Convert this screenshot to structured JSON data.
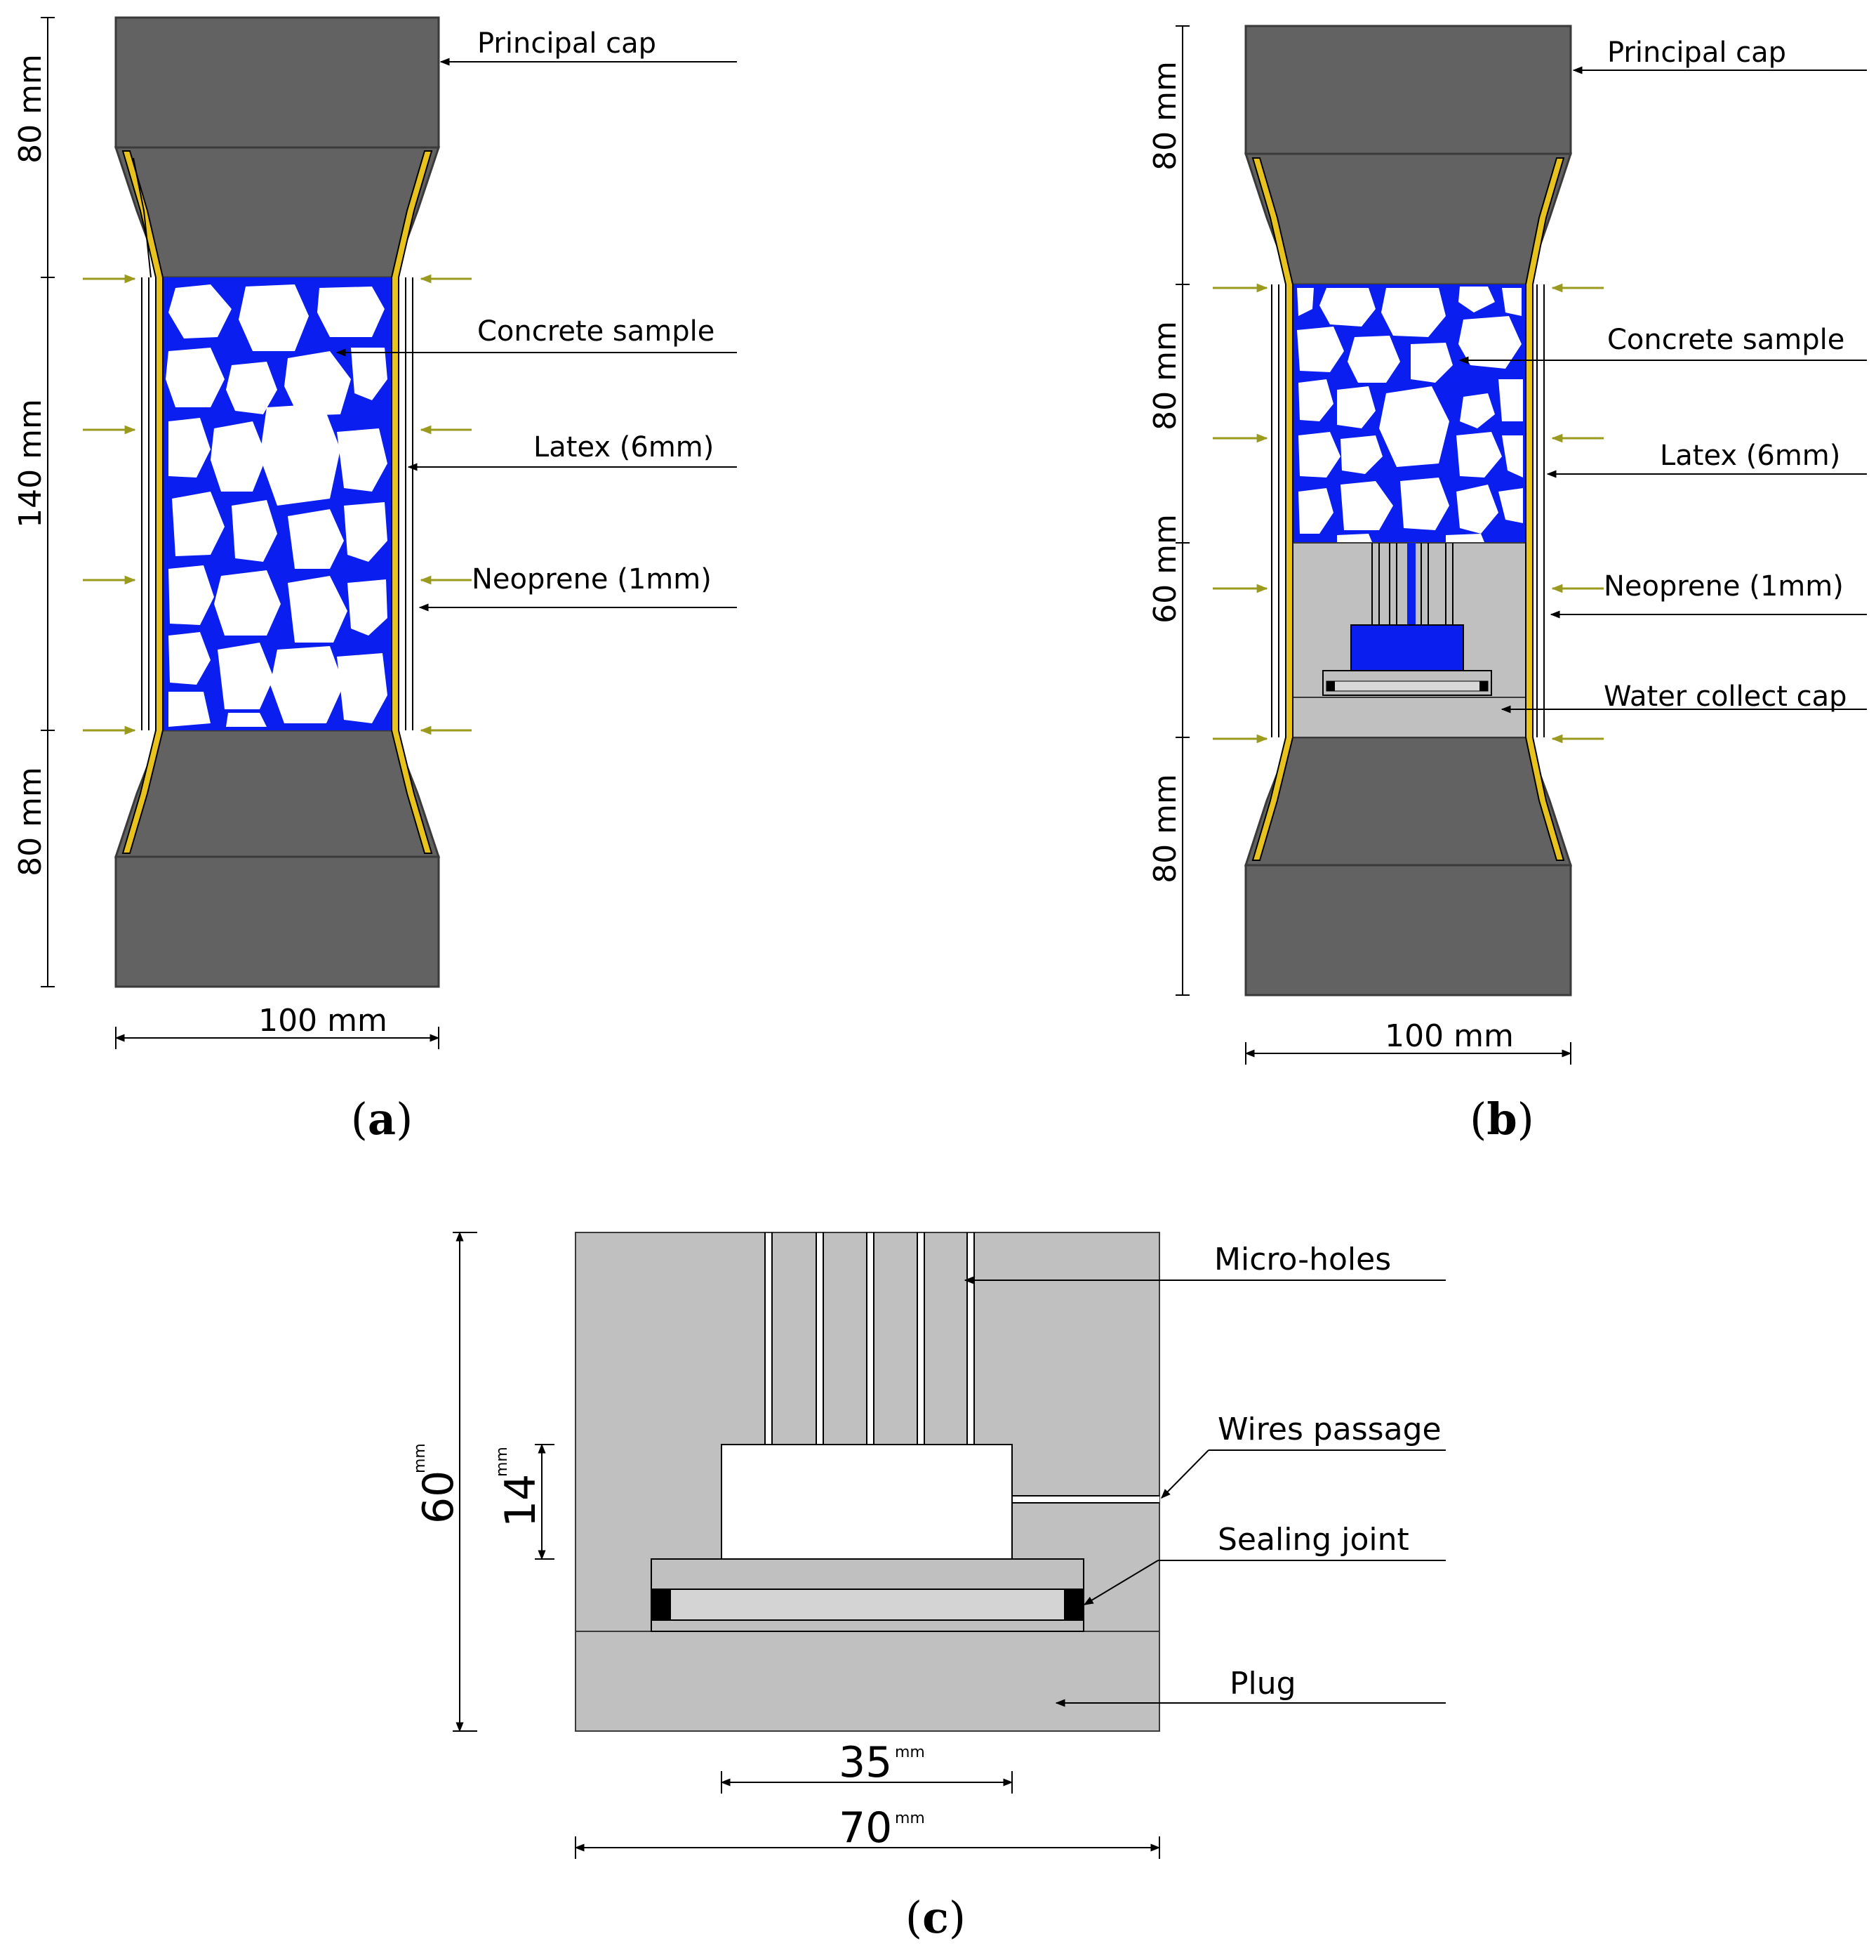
{
  "colors": {
    "cap": "#626262",
    "cap_stroke": "#3a3a3a",
    "latex": "#e8c31e",
    "concrete_matrix": "#0a1ef0",
    "aggregate": "#ffffff",
    "plug": "#c0c0c0",
    "arrow": "#9a9a1e",
    "line": "#000000"
  },
  "panel_a": {
    "caption_letter": "a",
    "dim_top": "80 mm",
    "dim_mid": "140 mm",
    "dim_bottom": "80 mm",
    "dim_width": "100 mm",
    "labels": {
      "principal_cap": "Principal cap",
      "concrete_sample": "Concrete sample",
      "latex": "Latex (6mm)",
      "neoprene": "Neoprene (1mm)"
    }
  },
  "panel_b": {
    "caption_letter": "b",
    "dim_top": "80 mm",
    "dim_sample": "80 mm",
    "dim_collect": "60 mm",
    "dim_bottom": "80 mm",
    "dim_width": "100 mm",
    "labels": {
      "principal_cap": "Principal cap",
      "concrete_sample": "Concrete sample",
      "latex": "Latex (6mm)",
      "neoprene": "Neoprene (1mm)",
      "water_collect_cap": "Water collect cap"
    }
  },
  "panel_c": {
    "caption_letter": "c",
    "dim_height_value": "60",
    "dim_height_unit": "mm",
    "dim_cavity_value": "14",
    "dim_cavity_unit": "mm",
    "dim_inner_value": "35",
    "dim_inner_unit": "mm",
    "dim_outer_value": "70",
    "dim_outer_unit": "mm",
    "labels": {
      "micro_holes": "Micro-holes",
      "wires_passage": "Wires passage",
      "sealing_joint": "Sealing joint",
      "plug": "Plug"
    }
  }
}
